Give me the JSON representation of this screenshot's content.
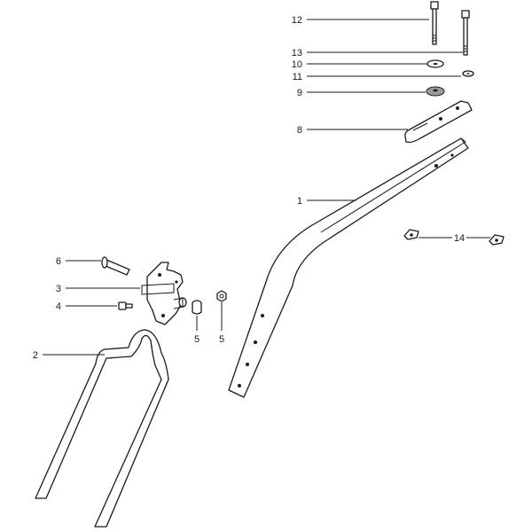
{
  "callouts": {
    "c1": "1",
    "c2": "2",
    "c3": "3",
    "c4": "4",
    "c5a": "5",
    "c5b": "5",
    "c6": "6",
    "c8": "8",
    "c9": "9",
    "c10": "10",
    "c11": "11",
    "c12": "12",
    "c13": "13",
    "c14": "14"
  }
}
